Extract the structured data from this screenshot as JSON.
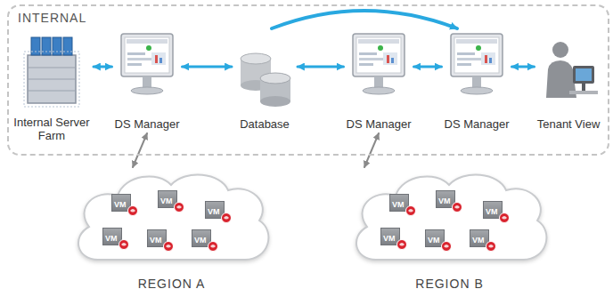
{
  "diagram": {
    "nodes": [
      {
        "text": [
          "INTERNAL"
        ]
      },
      {
        "text": [
          "Internal Server Farm"
        ],
        "in": 0
      },
      {
        "text": [
          "DS Manager"
        ],
        "in": 0
      },
      {
        "text": [
          "Database"
        ],
        "in": 0
      },
      {
        "text": [
          "DS Manager"
        ],
        "in": 0
      },
      {
        "text": [
          "DS Manager"
        ],
        "in": 0
      },
      {
        "text": [
          "Tenant View"
        ],
        "in": 0
      },
      {
        "text": [
          "REGION A"
        ]
      },
      {
        "text": [
          "VM"
        ],
        "in": 7
      },
      {
        "text": [
          "VM"
        ],
        "in": 7
      },
      {
        "text": [
          "VM"
        ],
        "in": 7
      },
      {
        "text": [
          "VM"
        ],
        "in": 7
      },
      {
        "text": [
          "VM"
        ],
        "in": 7
      },
      {
        "text": [
          "VM"
        ],
        "in": 7
      },
      {
        "text": [
          "REGION B"
        ]
      },
      {
        "text": [
          "VM"
        ],
        "in": 14
      },
      {
        "text": [
          "VM"
        ],
        "in": 14
      },
      {
        "text": [
          "VM"
        ],
        "in": 14
      },
      {
        "text": [
          "VM"
        ],
        "in": 14
      },
      {
        "text": [
          "VM"
        ],
        "in": 14
      },
      {
        "text": [
          "VM"
        ],
        "in": 14
      }
    ],
    "edges": [
      {
        "from": 1,
        "to": 2,
        "arrow": "both"
      },
      {
        "from": 2,
        "to": 3,
        "arrow": "both"
      },
      {
        "from": 3,
        "to": 4,
        "arrow": "both"
      },
      {
        "from": 4,
        "to": 5,
        "arrow": "both"
      },
      {
        "from": 5,
        "to": 6,
        "arrow": "both"
      },
      {
        "from": 3,
        "to": 5,
        "arrow": "to"
      },
      {
        "from": 2,
        "to": 7,
        "arrow": "both"
      },
      {
        "from": 4,
        "to": 14,
        "arrow": "both"
      }
    ]
  }
}
